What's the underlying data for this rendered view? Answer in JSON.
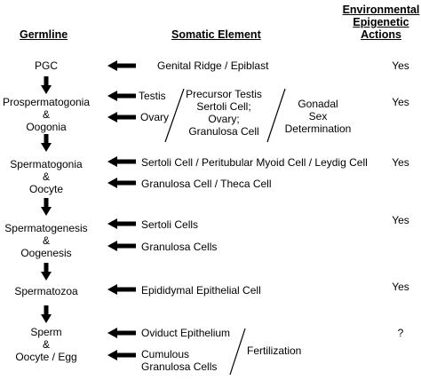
{
  "headers": {
    "germline": "Germline",
    "somatic": "Somatic Element",
    "env_line1": "Environmental",
    "env_line2": "Epigenetic",
    "env_line3": "Actions"
  },
  "germline": {
    "pgc": "PGC",
    "prosperm": "Prospermatogonia",
    "amp1": "&",
    "oogonia": "Oogonia",
    "spermatogonia": "Spermatogonia",
    "amp2": "&",
    "oocyte": "Oocyte",
    "spermatogenesis": "Spermatogenesis",
    "amp3": "&",
    "oogenesis": "Oogenesis",
    "spermatozoa": "Spermatozoa",
    "sperm": "Sperm",
    "amp4": "&",
    "oocyte_egg": "Oocyte / Egg"
  },
  "somatic": {
    "genital_ridge": "Genital Ridge / Epiblast",
    "testis": "Testis",
    "ovary": "Ovary",
    "precursor_testis": "Precursor Testis",
    "sertoli_cell_semi": "Sertoli Cell;",
    "ovary_semi": "Ovary;",
    "granulosa_cell": "Granulosa Cell",
    "gonadal": "Gonadal",
    "sex": "Sex",
    "determination": "Determination",
    "sertoli_peritubular": "Sertoli Cell / Peritubular Myoid Cell / Leydig Cell",
    "granulosa_theca": "Granulosa Cell / Theca Cell",
    "sertoli_cells": "Sertoli Cells",
    "granulosa_cells": "Granulosa Cells",
    "epididymal": "Epididymal Epithelial Cell",
    "oviduct": "Oviduct Epithelium",
    "cumulous": "Cumulous",
    "granulosa_cells2": "Granulosa Cells",
    "fertilization": "Fertilization"
  },
  "actions": {
    "row1": "Yes",
    "row2": "Yes",
    "row3": "Yes",
    "row4": "Yes",
    "row5": "Yes",
    "row6": "?"
  }
}
